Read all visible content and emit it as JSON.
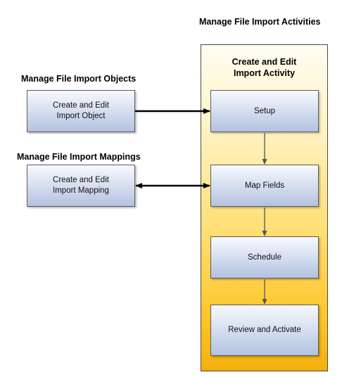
{
  "headings": {
    "activities": "Manage File Import Activities",
    "objects": "Manage File Import Objects",
    "mappings": "Manage File Import Mappings"
  },
  "panel": {
    "title_line1": "Create and Edit",
    "title_line2": "Import Activity"
  },
  "left_boxes": {
    "object": {
      "line1": "Create and Edit",
      "line2": "Import Object"
    },
    "mapping": {
      "line1": "Create and Edit",
      "line2": "Import Mapping"
    }
  },
  "steps": {
    "setup": "Setup",
    "map_fields": "Map Fields",
    "schedule": "Schedule",
    "review": "Review and Activate"
  },
  "colors": {
    "box_fill": "#c9d3ea",
    "panel_fill": "#ffd24d",
    "arrow": "#000000"
  }
}
